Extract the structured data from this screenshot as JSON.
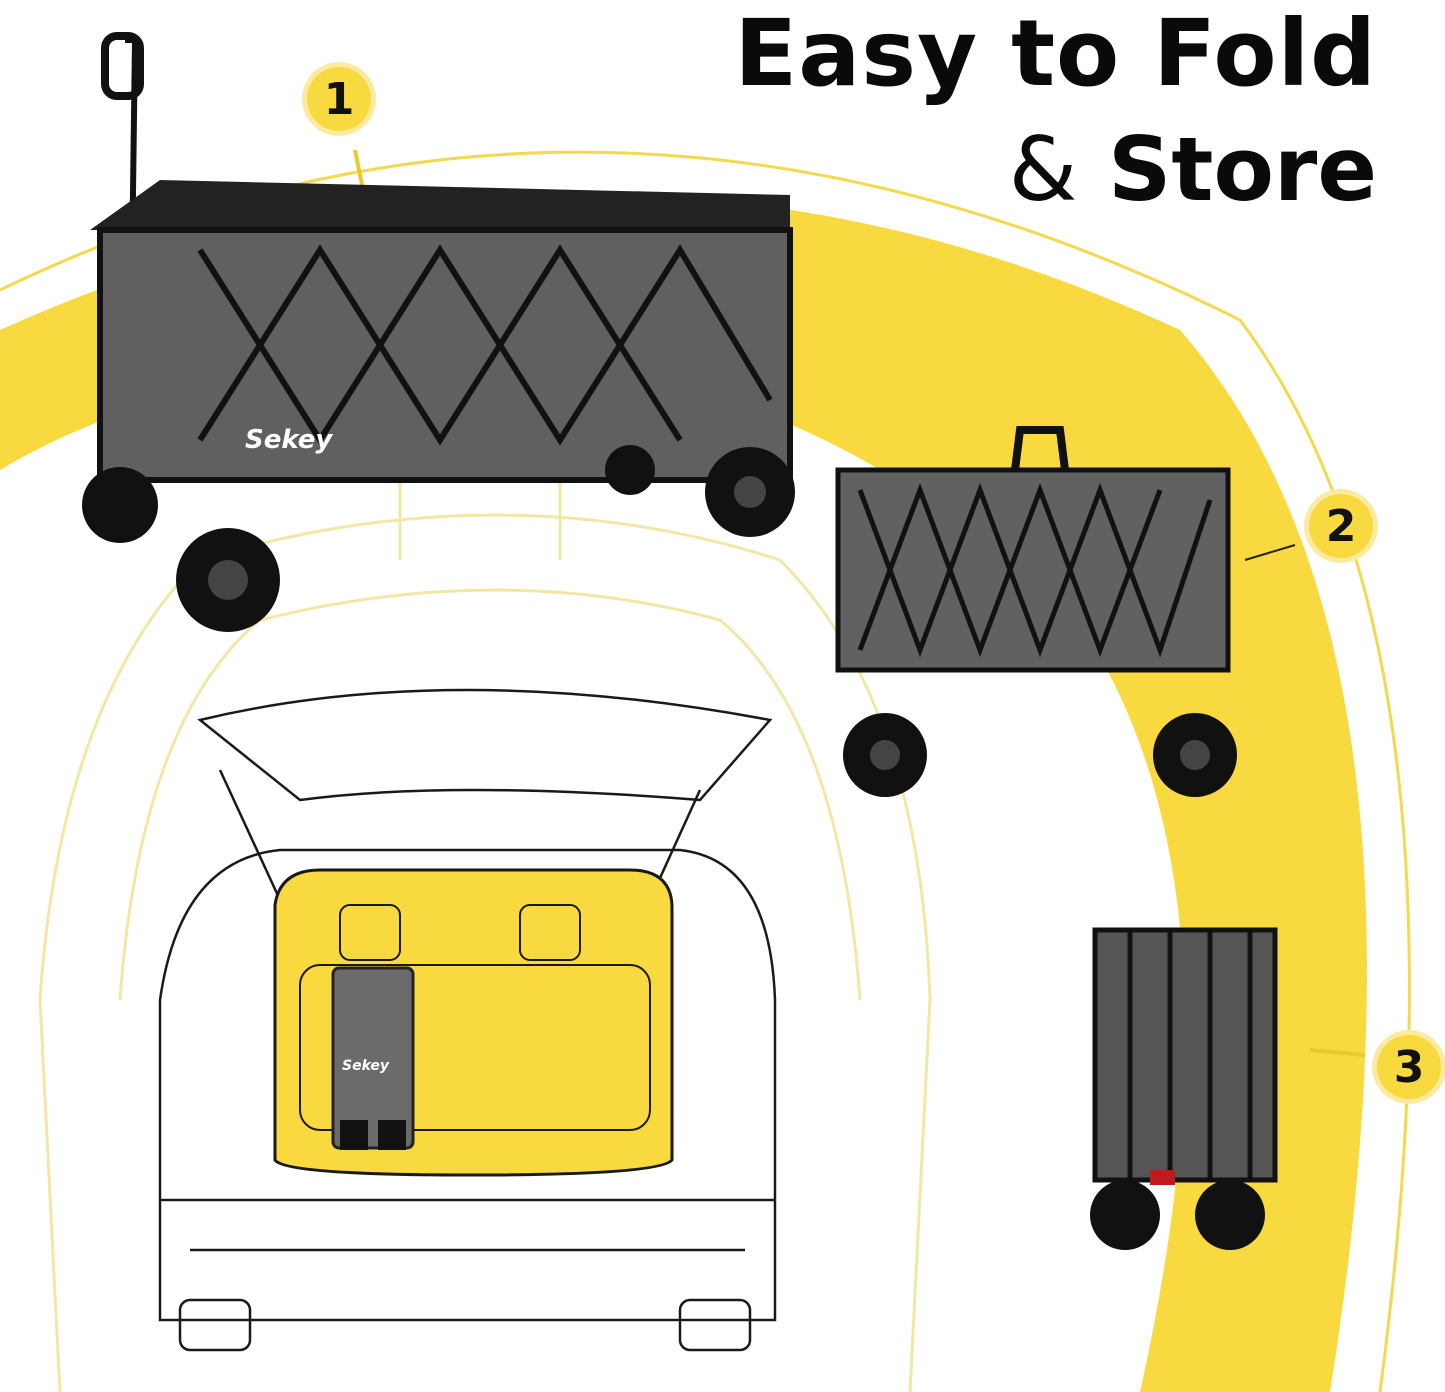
{
  "headline": {
    "line1": "Easy to Fold",
    "line2_amp": "&",
    "line2_word": "Store"
  },
  "steps": [
    {
      "label": "1"
    },
    {
      "label": "2"
    },
    {
      "label": "3"
    }
  ],
  "brand": {
    "logo_text": "Sekey"
  },
  "colors": {
    "accent_yellow": "#f8d940",
    "outline_yellow": "#f3e7a6",
    "wagon_gray": "#5b5b5b",
    "frame_black": "#111111"
  },
  "icons": [
    "open-wagon-image",
    "half-folded-wagon-image",
    "folded-wagon-image",
    "suv-trunk-outline"
  ]
}
